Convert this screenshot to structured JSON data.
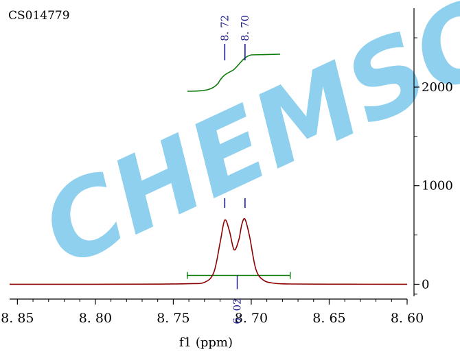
{
  "sample_id": "CS014779",
  "watermark_text": "CHEMSOC",
  "colors": {
    "spectrum": "#8b0000",
    "integral": "#0b7a0b",
    "peak_label": "#1a1a8c",
    "watermark": "#8fd0ef",
    "axis": "#000000"
  },
  "chart_data": {
    "type": "line",
    "xlabel": "f1 (ppm)",
    "ylabel": "",
    "x_reversed": true,
    "xlim": [
      8.6,
      8.855
    ],
    "ylim": [
      -150,
      2800
    ],
    "x_ticks": [
      8.85,
      8.8,
      8.75,
      8.7,
      8.65,
      8.6
    ],
    "x_tick_labels": [
      "8. 85",
      "8. 80",
      "8. 75",
      "8. 70",
      "8. 65",
      "8. 60"
    ],
    "y_ticks": [
      0,
      1000,
      2000
    ],
    "y_tick_labels": [
      "0",
      "1000",
      "2000"
    ],
    "peaks": [
      {
        "ppm": 8.717,
        "height": 650,
        "label": "8. 72"
      },
      {
        "ppm": 8.704,
        "height": 660,
        "label": "8. 70"
      }
    ],
    "integral": {
      "from": 8.741,
      "to": 8.675,
      "value_label": "6. 02",
      "center": 8.709
    },
    "series": [
      {
        "x": [
          8.855,
          8.8,
          8.76,
          8.74,
          8.73,
          8.724,
          8.72,
          8.717,
          8.714,
          8.711,
          8.708,
          8.706,
          8.704,
          8.701,
          8.697,
          8.692,
          8.685,
          8.675,
          8.65,
          8.6
        ],
        "y": [
          0,
          0,
          2,
          6,
          20,
          120,
          420,
          650,
          540,
          350,
          450,
          610,
          660,
          480,
          150,
          40,
          10,
          3,
          1,
          0
        ]
      }
    ]
  }
}
